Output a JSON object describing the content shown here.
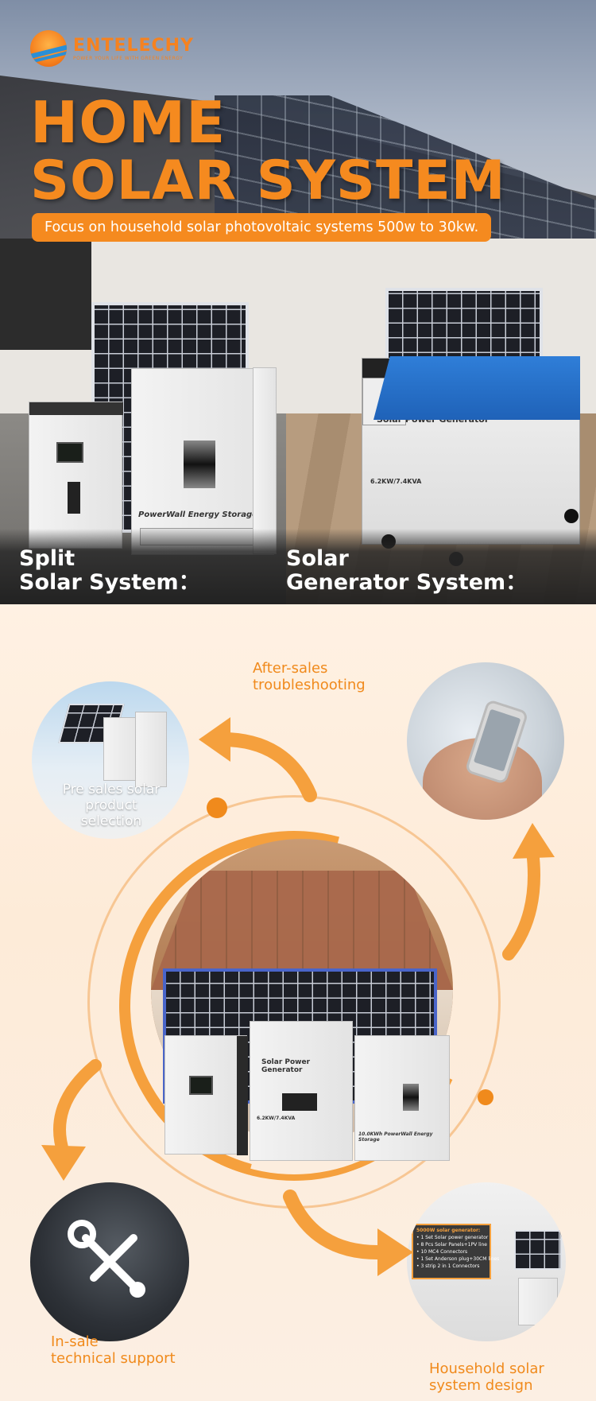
{
  "brand": {
    "name": "ENTELECHY",
    "tagline": "POWER YOUR LIFE WITH GREEN ENERGY"
  },
  "hero": {
    "title_line1": "HOME",
    "title_line2": "SOLAR SYSTEM",
    "subtitle": "Focus on household solar photovoltaic systems 500w to 30kw.",
    "split_label_line1": "Split",
    "split_label_line2": "Solar System：",
    "generator_label_line1": "Solar",
    "generator_label_line2": "Generator System：",
    "powerwall_text": "PowerWall Energy Storage",
    "generator_text": "Solar Power Generator",
    "generator_rating": "6.2KW/7.4KVA"
  },
  "service_cycle": {
    "after_sales": [
      "After-sales",
      "troubleshooting"
    ],
    "pre_sales": [
      "Pre sales solar",
      "product",
      "selection"
    ],
    "in_sale": [
      "In-sale",
      "technical support"
    ],
    "design": [
      "Household solar",
      "system design"
    ],
    "center_generator_label": "Solar Power Generator",
    "center_generator_rating": "6.2KW/7.4KVA",
    "center_storage_label": "10.0KWh PowerWall Energy Storage",
    "spec_board": {
      "heading": "5000W solar generator:",
      "lines": [
        "• 1 Set Solar power generator",
        "• 8 Pcs Solar Panels+1PV line",
        "• 10 MC4 Connectors",
        "• 1 Set Anderson plug+30CM lines",
        "• 3 strip 2 in 1 Connectors"
      ]
    }
  },
  "colors": {
    "accent": "#f58a1f",
    "background_lower": "#fdebd8",
    "panel_blue": "#1f62b8"
  }
}
